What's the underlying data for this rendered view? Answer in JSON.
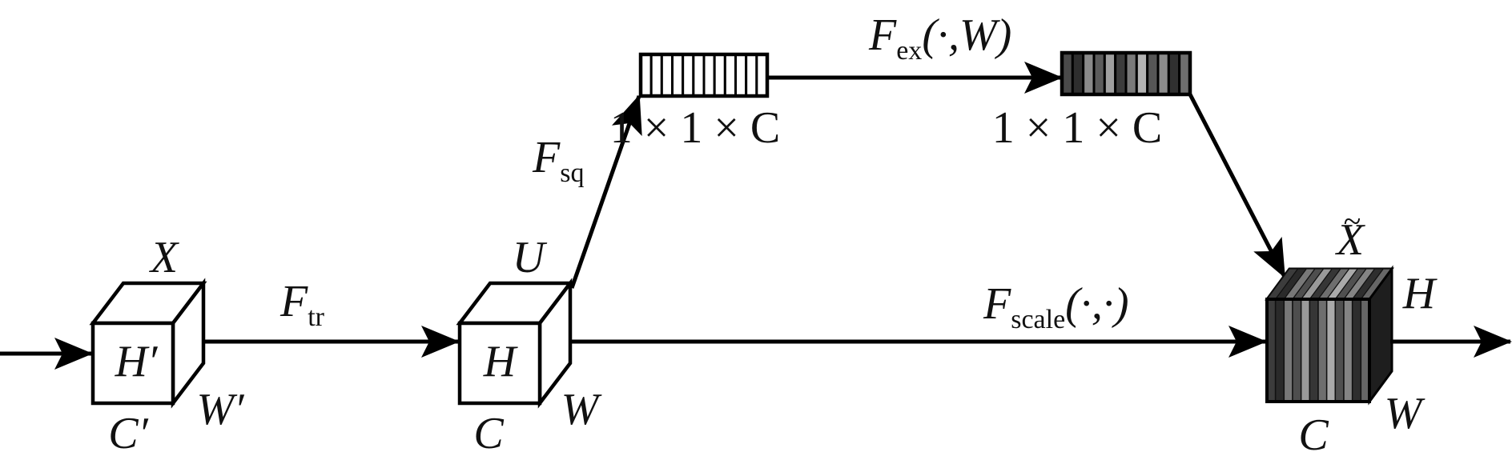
{
  "title": "Squeeze-and-Excitation block",
  "colors": {
    "line": "#000000",
    "cube_fill": "#ffffff",
    "dark_cube_front": "#3a3a3a",
    "dark_cube_top": "#6a6a6a",
    "dark_cube_side": "#1e1e1e"
  },
  "input_cube": {
    "top": "X",
    "face": "H′",
    "bottom": "C′",
    "depth": "W′"
  },
  "mid_cube": {
    "top": "U",
    "face": "H",
    "bottom": "C",
    "depth": "W"
  },
  "output_cube": {
    "top": "X",
    "top_accent": "~",
    "height": "H",
    "bottom": "C",
    "depth": "W"
  },
  "operators": {
    "transform": {
      "base": "F",
      "sub": "tr"
    },
    "squeeze": {
      "base": "F",
      "sub": "sq"
    },
    "excite": {
      "base": "F",
      "sub": "ex",
      "args": "(·,W)"
    },
    "scale": {
      "base": "F",
      "sub": "scale",
      "args": "(·,·)"
    }
  },
  "vectors": {
    "squeezed": {
      "label": "1 × 1 × C",
      "cells": [
        "#ffffff",
        "#ffffff",
        "#ffffff",
        "#ffffff",
        "#ffffff",
        "#ffffff",
        "#ffffff",
        "#ffffff",
        "#ffffff",
        "#ffffff",
        "#ffffff",
        "#ffffff"
      ]
    },
    "excited": {
      "label": "1 × 1 × C",
      "cells": [
        "#4a4a4a",
        "#2e2e2e",
        "#8a8a8a",
        "#5c5c5c",
        "#a0a0a0",
        "#3c3c3c",
        "#7a7a7a",
        "#b4b4b4",
        "#565656",
        "#8c8c8c",
        "#303030",
        "#6e6e6e"
      ]
    }
  },
  "output_stripes": [
    "#3c3c3c",
    "#2a2a2a",
    "#787878",
    "#4e4e4e",
    "#9a9a9a",
    "#363636",
    "#6e6e6e",
    "#aaaaaa",
    "#505050",
    "#848484",
    "#2e2e2e",
    "#666666"
  ]
}
